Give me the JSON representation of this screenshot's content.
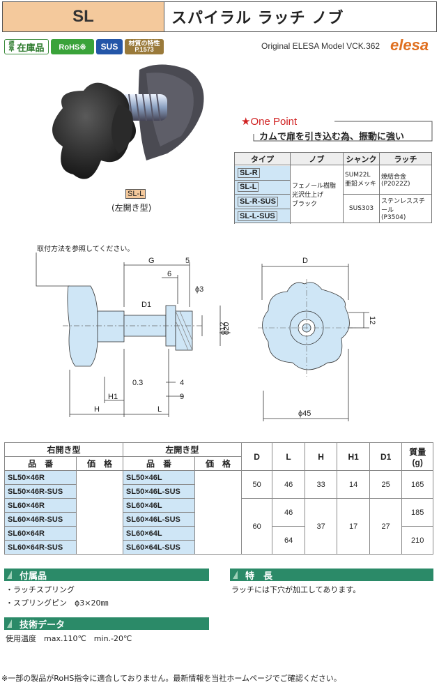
{
  "header": {
    "code": "SL",
    "title": "スパイラル ラッチ ノブ"
  },
  "badges": {
    "stock_small": "標準",
    "stock": "在庫品",
    "rohs": "RoHS※",
    "sus": "SUS",
    "plate_line1": "材質の特性",
    "plate_line2": "P.1573"
  },
  "model_text": "Original ELESA Model VCK.362",
  "logo": "elesa",
  "photo": {
    "tag": "SL-L",
    "caption": "(左開き型)"
  },
  "one_point": {
    "title": "★One Point",
    "text": "カムで扉を引き込む為、振動に強い"
  },
  "spec_table": {
    "headers": [
      "タイプ",
      "ノブ",
      "シャンク",
      "ラッチ"
    ],
    "types": [
      "SL-R",
      "SL-L",
      "SL-R-SUS",
      "SL-L-SUS"
    ],
    "knob": "フェノール樹脂\n光沢仕上げ\nブラック",
    "shank1": "SUM22L\n亜鉛メッキ",
    "latch1": "焼結合金\n(P2022Z)",
    "shank2": "SUS303",
    "latch2": "ステンレススチール\n(P3504)"
  },
  "drawing": {
    "note": "取付方法を参照してください。",
    "labels": {
      "G": "G",
      "five": "5",
      "six": "6",
      "phi3": "ϕ3",
      "D1": "D1",
      "phi12": "ϕ12",
      "phi20": "ϕ20",
      "p03": "0.3",
      "four": "4",
      "nine": "9",
      "H1": "H1",
      "H": "H",
      "L": "L",
      "D": "D",
      "twelve": "12",
      "phi45": "ϕ45"
    }
  },
  "main_table": {
    "group_right": "右開き型",
    "group_left": "左開き型",
    "col_part": "品　番",
    "col_price": "価　格",
    "col_D": "D",
    "col_L": "L",
    "col_H": "H",
    "col_H1": "H1",
    "col_D1": "D1",
    "col_mass": "質量",
    "col_mass_unit": "(g)",
    "rows": [
      {
        "r": "SL50×46R",
        "l": "SL50×46L"
      },
      {
        "r": "SL50×46R-SUS",
        "l": "SL50×46L-SUS"
      },
      {
        "r": "SL60×46R",
        "l": "SL60×46L"
      },
      {
        "r": "SL60×46R-SUS",
        "l": "SL60×46L-SUS"
      },
      {
        "r": "SL60×64R",
        "l": "SL60×64L"
      },
      {
        "r": "SL60×64R-SUS",
        "l": "SL60×64L-SUS"
      }
    ],
    "g1": {
      "D": "50",
      "L": "46",
      "H": "33",
      "H1": "14",
      "D1": "25",
      "mass": "165"
    },
    "g2": {
      "D": "60",
      "L1": "46",
      "L2": "64",
      "H": "37",
      "H1": "17",
      "D1": "27",
      "mass1": "185",
      "mass2": "210"
    }
  },
  "accessories": {
    "title": "付属品",
    "items": [
      "・ラッチスプリング",
      "・スプリングピン　ϕ3×20㎜"
    ]
  },
  "features": {
    "title": "特　長",
    "text": "ラッチには下穴が加工してあります。"
  },
  "tech": {
    "title": "技術データ",
    "text": "使用温度　max.110℃　min.-20℃"
  },
  "footnote": "※一部の製品がRoHS指令に適合しておりません。最新情報を当社ホームページでご確認ください。"
}
